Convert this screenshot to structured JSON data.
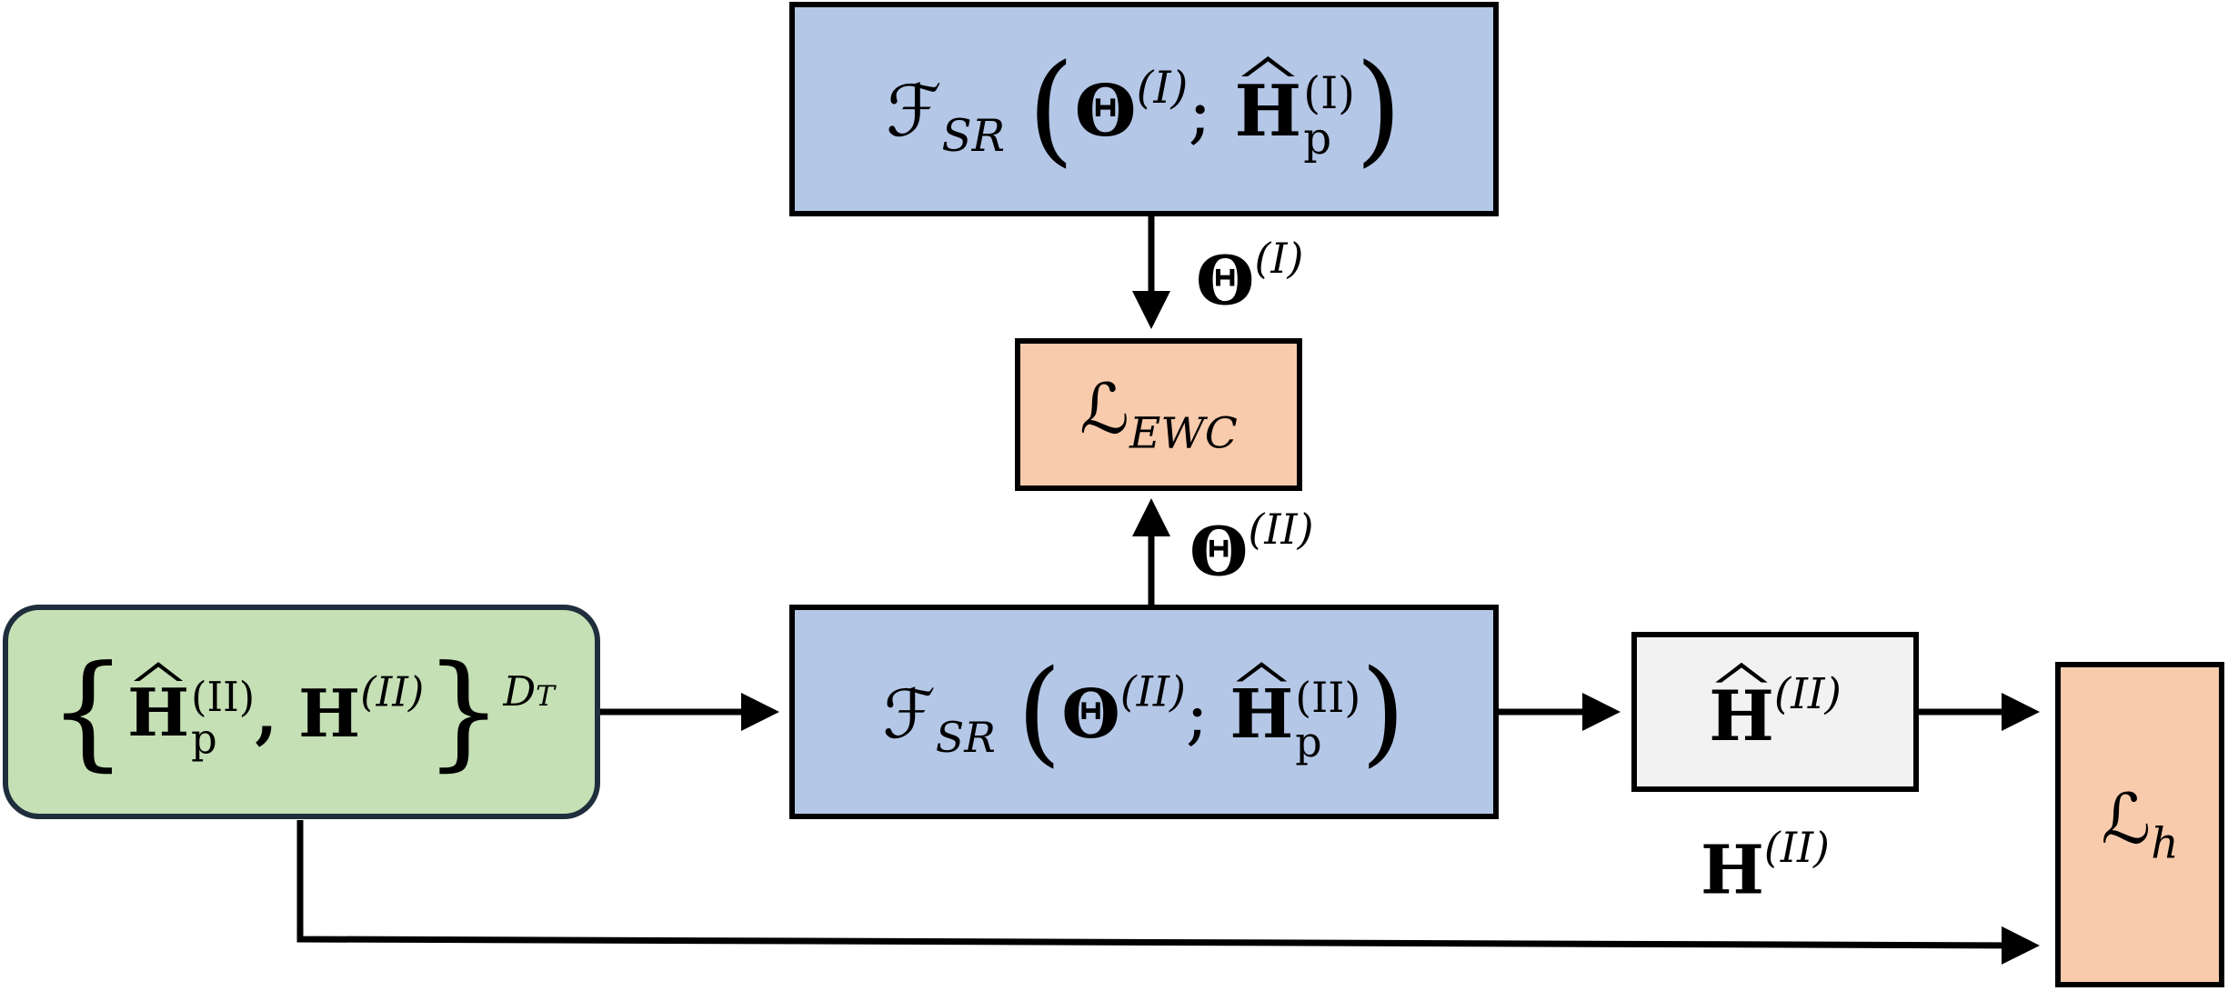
{
  "boxes": {
    "sr_top": {
      "fn": "ℱ",
      "fn_sub": "SR",
      "theta": "Θ",
      "theta_sup": "(I)",
      "semi": ";",
      "H": "H",
      "H_sup": "(I)",
      "H_sub": "p"
    },
    "ewc": {
      "L": "ℒ",
      "L_sub": "EWC"
    },
    "sr_mid": {
      "fn": "ℱ",
      "fn_sub": "SR",
      "theta": "Θ",
      "theta_sup": "(II)",
      "semi": ";",
      "H": "H",
      "H_sup": "(II)",
      "H_sub": "p"
    },
    "dataset": {
      "Hhat": "H",
      "Hhat_sup": "(II)",
      "Hhat_sub": "p",
      "comma": ",",
      "H": "H",
      "H_sup": "(II)",
      "set_sup": "D",
      "set_sup_sub": "T"
    },
    "hhat_out": {
      "H": "H",
      "H_sup": "(II)"
    },
    "lh": {
      "L": "ℒ",
      "L_sub": "h"
    }
  },
  "labels": {
    "theta_I": {
      "sym": "Θ",
      "sup": "(I)"
    },
    "theta_II": {
      "sym": "Θ",
      "sup": "(II)"
    },
    "h_II": {
      "sym": "H",
      "sup": "(II)"
    }
  },
  "colors": {
    "blue": "#b4c7e7",
    "orange": "#f8cbad",
    "grey": "#f2f2f2",
    "green": "#c5e0b4"
  }
}
